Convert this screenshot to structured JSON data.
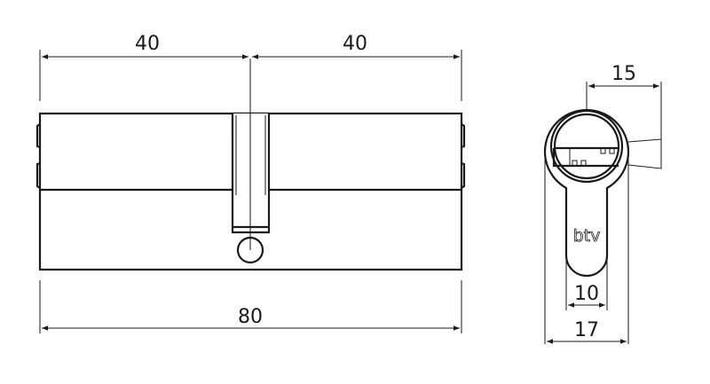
{
  "drawing": {
    "dimensions": {
      "left_half": "40",
      "right_half": "40",
      "total_length": "80",
      "cam_offset": "15",
      "stem_width": "10",
      "profile_width": "17"
    },
    "logo_text": "btv",
    "line_color": "#1a1a1a"
  }
}
